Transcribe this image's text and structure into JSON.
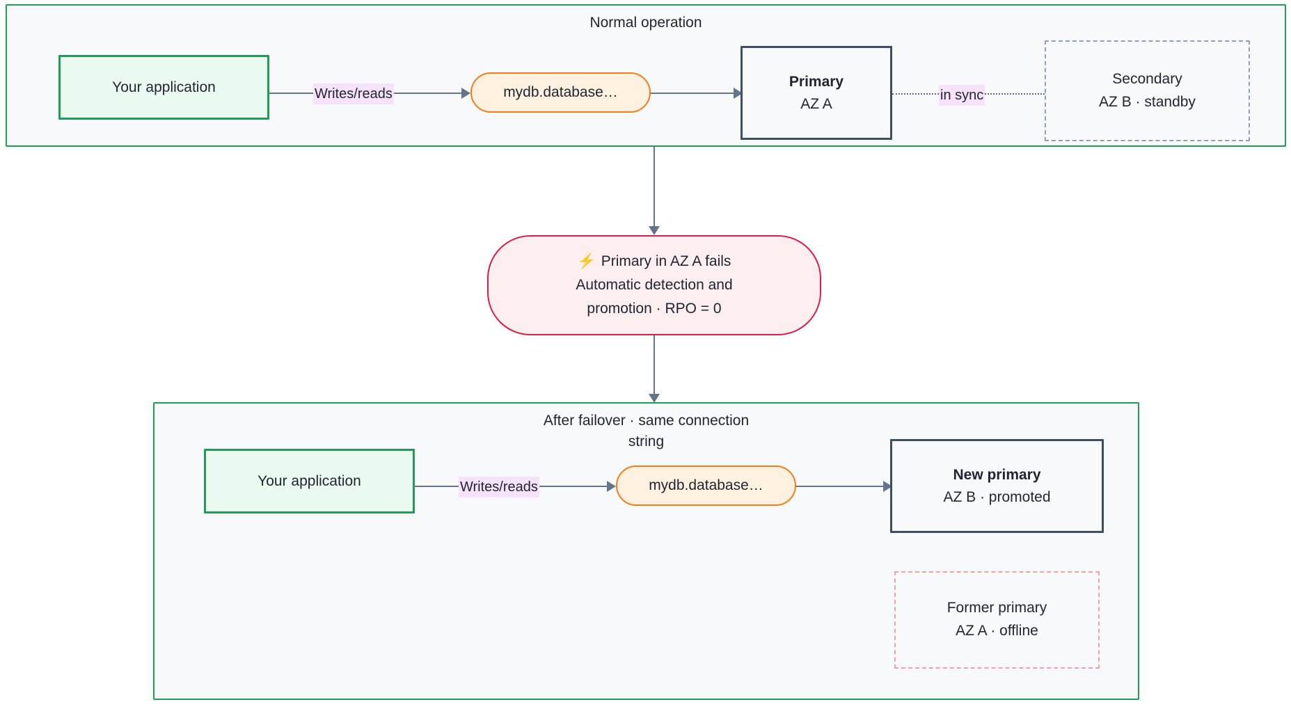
{
  "diagram": {
    "title_top": "Normal operation",
    "title_bottom": "After failover · same connection string",
    "colors": {
      "cluster_border": "#1f9d55",
      "cluster_fill": "#f7f9fb",
      "app_border": "#1f9d55",
      "app_fill": "#eafaf0",
      "endpoint_border": "#f57c16",
      "endpoint_fill": "#fff1e0",
      "db_border": "#3d4f63",
      "standby_border": "#8ea0bd",
      "offline_border": "#f0a3a3",
      "event_border": "#d81e49",
      "event_fill": "#fdeef0",
      "edge": "#64748b",
      "edge_label_fill": "#f6e2fb"
    }
  },
  "top": {
    "title": "Normal operation",
    "app": {
      "label": "Your application"
    },
    "edge_app_to_endpoint": {
      "label": "Writes/reads"
    },
    "endpoint": {
      "label": "mydb.database…"
    },
    "primary": {
      "title": "Primary",
      "subtitle": "AZ A"
    },
    "edge_sync": {
      "label": "in sync"
    },
    "secondary": {
      "title": "Secondary",
      "subtitle": "AZ B · standby"
    }
  },
  "event": {
    "icon": "lightning-bolt-icon",
    "icon_glyph": "⚡",
    "line1": "Primary in AZ A fails",
    "line2": "Automatic detection and",
    "line3": "promotion · RPO = 0"
  },
  "bottom": {
    "title": "After failover · same connection string",
    "app": {
      "label": "Your application"
    },
    "edge_app_to_endpoint": {
      "label": "Writes/reads"
    },
    "endpoint": {
      "label": "mydb.database…"
    },
    "new_primary": {
      "title": "New primary",
      "subtitle": "AZ B · promoted"
    },
    "former_primary": {
      "title": "Former primary",
      "subtitle": "AZ A · offline"
    }
  }
}
